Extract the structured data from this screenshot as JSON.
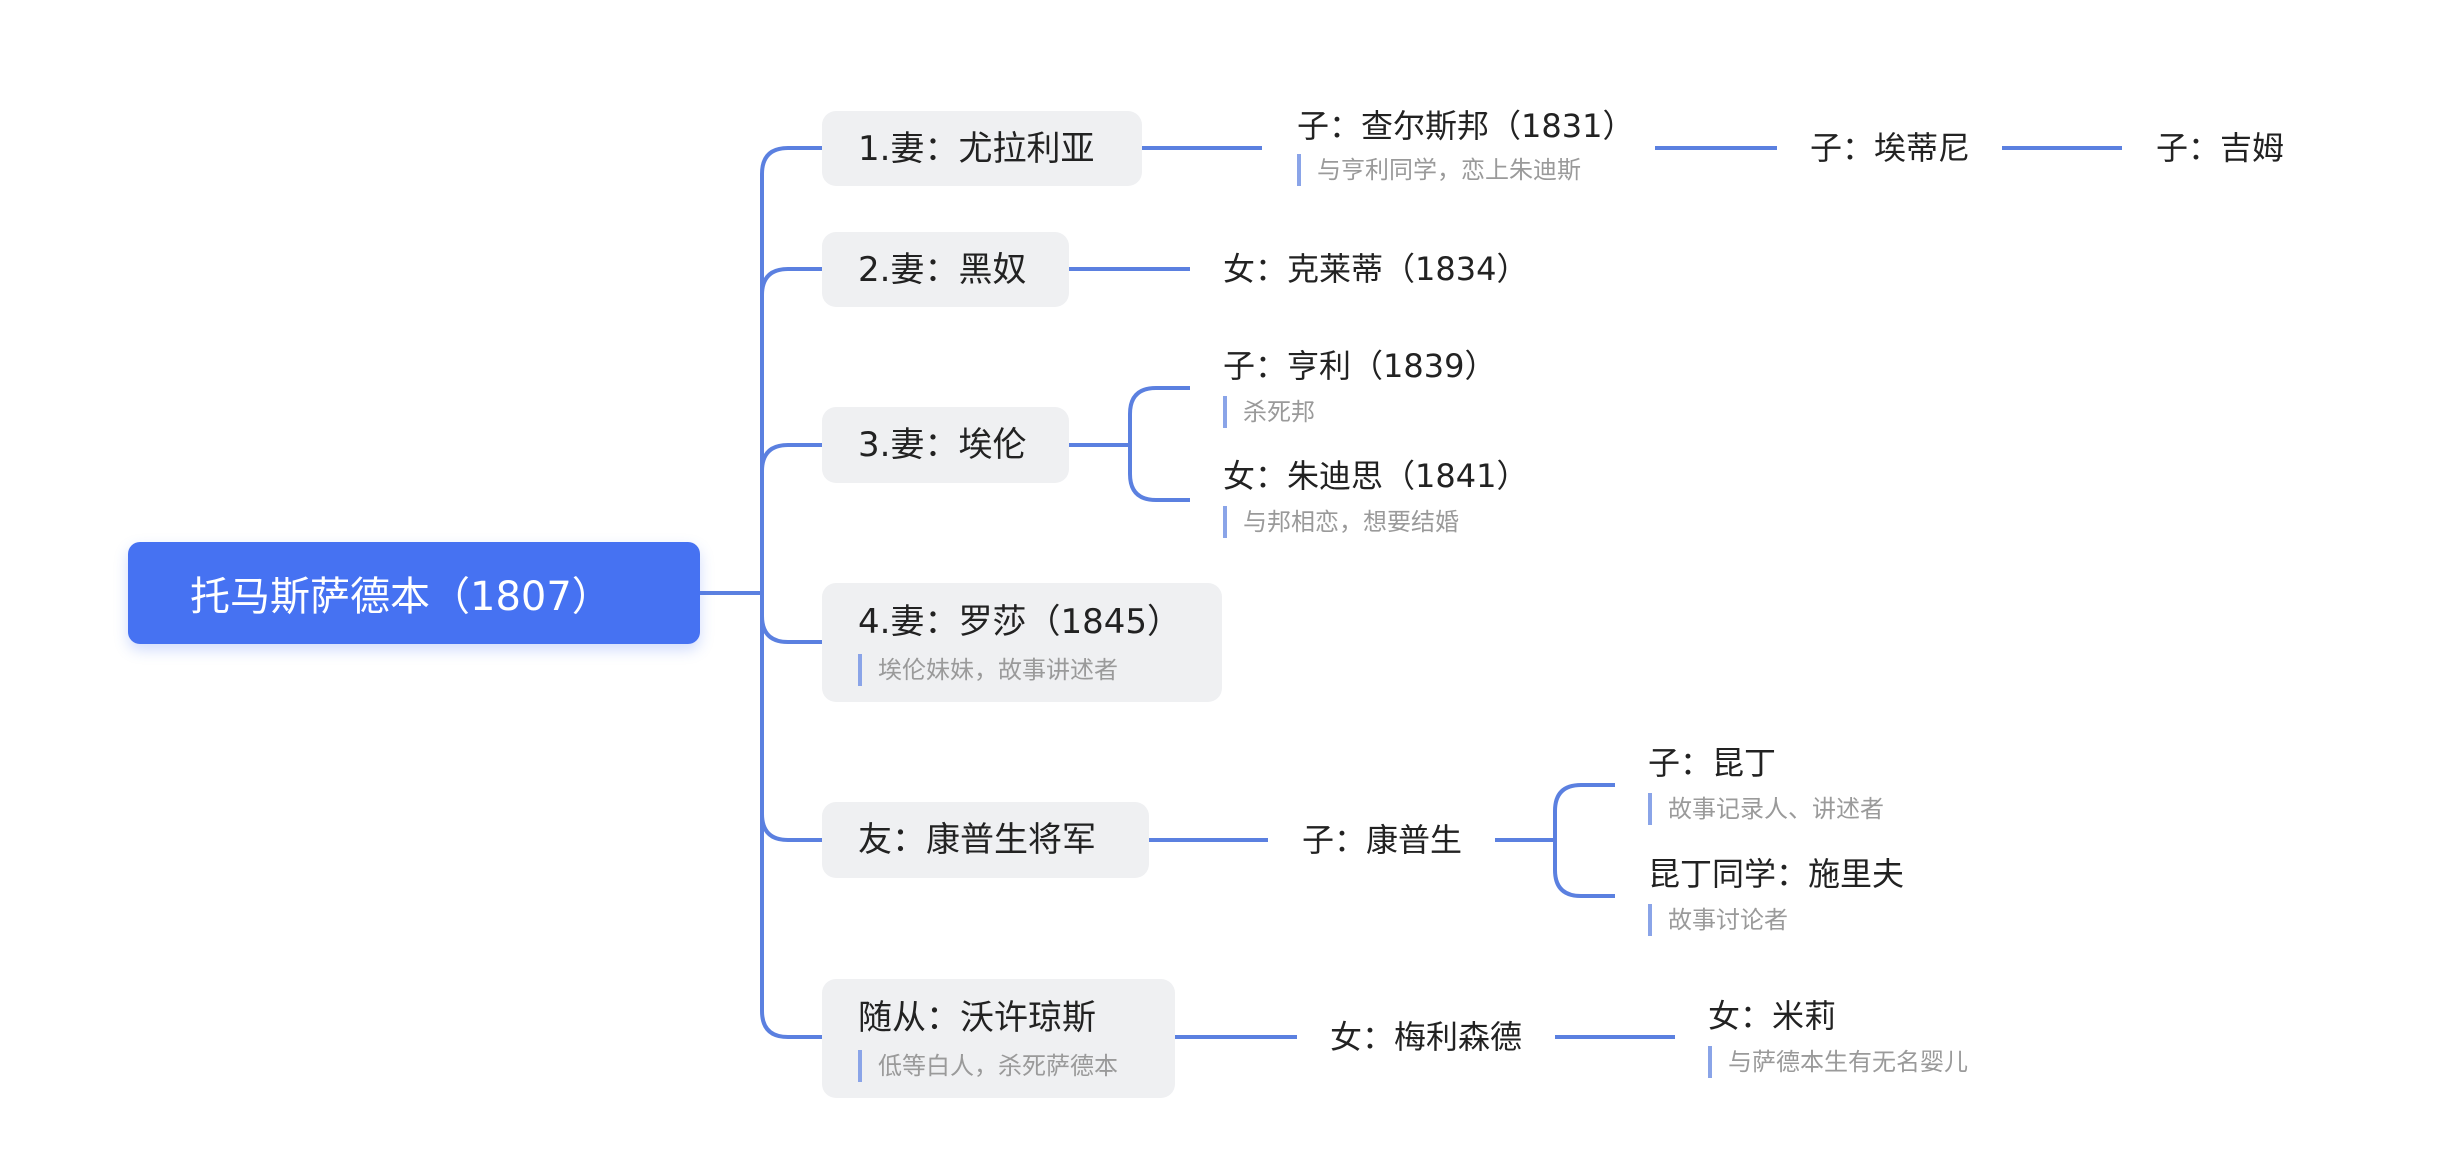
{
  "colors": {
    "root": "#4672f2",
    "line": "#5b80e0",
    "box": "#eff0f2",
    "note_bar": "#8aa4e8",
    "note_text": "#9a9a9a"
  },
  "root": {
    "label": "托马斯萨德本（1807）"
  },
  "branches": [
    {
      "label": "1.妻：尤拉利亚",
      "children": [
        {
          "label": "子：查尔斯邦（1831）",
          "note": "与亨利同学，恋上朱迪斯",
          "children": [
            {
              "label": "子：埃蒂尼",
              "children": [
                {
                  "label": "子：吉姆"
                }
              ]
            }
          ]
        }
      ]
    },
    {
      "label": "2.妻：黑奴",
      "children": [
        {
          "label": "女：克莱蒂（1834）"
        }
      ]
    },
    {
      "label": "3.妻：埃伦",
      "children": [
        {
          "label": "子：亨利（1839）",
          "note": "杀死邦"
        },
        {
          "label": "女：朱迪思（1841）",
          "note": "与邦相恋，想要结婚"
        }
      ]
    },
    {
      "label": "4.妻：罗莎（1845）",
      "note": "埃伦妹妹，故事讲述者"
    },
    {
      "label": "友：康普生将军",
      "children": [
        {
          "label": "子：康普生",
          "children": [
            {
              "label": "子：昆丁",
              "note": "故事记录人、讲述者"
            },
            {
              "label": "昆丁同学：施里夫",
              "note": "故事讨论者"
            }
          ]
        }
      ]
    },
    {
      "label": "随从：沃许琼斯",
      "note": "低等白人，杀死萨德本",
      "children": [
        {
          "label": "女：梅利森德",
          "children": [
            {
              "label": "女：米莉",
              "note": "与萨德本生有无名婴儿"
            }
          ]
        }
      ]
    }
  ]
}
